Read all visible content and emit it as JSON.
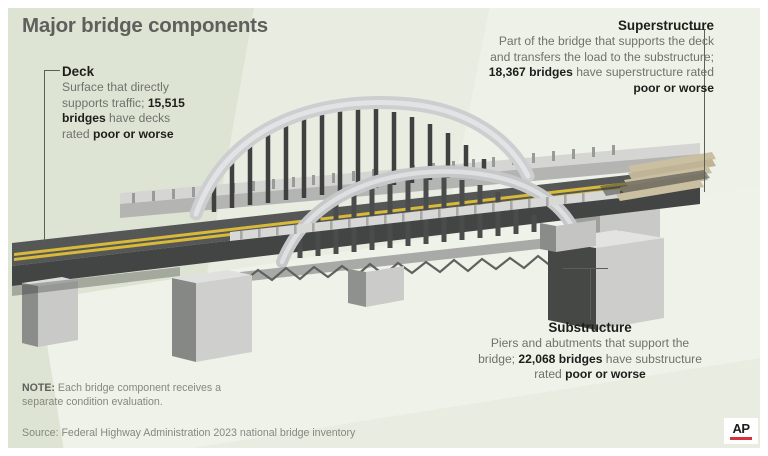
{
  "title": "Major bridge components",
  "callouts": {
    "deck": {
      "heading": "Deck",
      "line1": "Surface that directly",
      "line2a": "supports traffic; ",
      "line2b": "15,515",
      "line3a": "bridges",
      "line3b": " have decks",
      "line4a": "rated ",
      "line4b": "poor or worse"
    },
    "superstructure": {
      "heading": "Superstructure",
      "line1": "Part of the bridge that supports the deck",
      "line2": "and transfers the load to the substructure;",
      "line3a": "18,367 bridges",
      "line3b": " have superstructure rated",
      "line4": "poor or worse"
    },
    "substructure": {
      "heading": "Substructure",
      "line1": "Piers and abutments that support the",
      "line2a": "bridge; ",
      "line2b": "22,068 bridges",
      "line2c": " have substructure",
      "line3a": "rated ",
      "line3b": "poor or worse"
    }
  },
  "footer": {
    "note_label": "NOTE:",
    "note_line1": " Each bridge component receives a",
    "note_line2": "separate condition evaluation.",
    "source": "Source: Federal Highway Administration 2023 national bridge inventory"
  },
  "logo": {
    "text": "AP",
    "bar_color": "#d4323c"
  },
  "colors": {
    "background_light": "#e8ece1",
    "background_panel": "#dde4d3",
    "background_band": "#eef2e8",
    "title_text": "#5d605b",
    "body_text": "#6f726c",
    "emphasis_text": "#1d1d1b",
    "roadway_dark": "#4b4d4c",
    "roadway_darker": "#3a3c3b",
    "concrete_light": "#cfd0cd",
    "concrete_mid": "#b9bab7",
    "concrete_shadow": "#4a4c4a",
    "girder_tan": "#cbbfa2",
    "lane_yellow": "#d8b93a",
    "leader_line": "#5c5f59"
  },
  "illustration": {
    "name": "tied-arch-bridge-cutaway",
    "arches": 2,
    "hangers_main": 17,
    "hangers_front": 14,
    "piers": 4,
    "girder_beams": 5
  }
}
